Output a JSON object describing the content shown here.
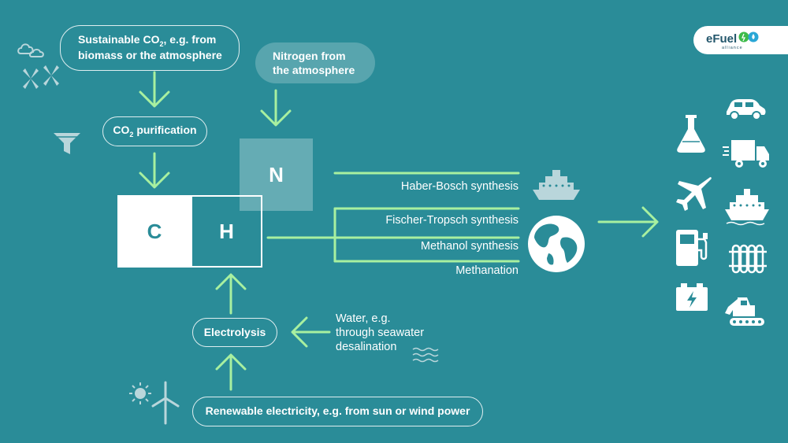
{
  "inputs": {
    "co2_source_line1_pre": "Sustainable CO",
    "co2_source_line1_sub": "2",
    "co2_source_line1_post": ", e.g. from",
    "co2_source_line2": "biomass or the atmosphere",
    "nitrogen_line1": "Nitrogen from",
    "nitrogen_line2": "the atmosphere",
    "co2_purification_pre": "CO",
    "co2_purification_sub": "2",
    "co2_purification_post": " purification",
    "electrolysis": "Electrolysis",
    "water_line1": "Water, e.g.",
    "water_line2": "through seawater",
    "water_line3": "desalination",
    "renewable": "Renewable electricity, e.g. from sun or wind power"
  },
  "elements": {
    "carbon": "C",
    "hydrogen": "H",
    "nitrogen": "N"
  },
  "processes": {
    "haber_bosch": "Haber-Bosch synthesis",
    "fischer_tropsch": "Fischer-Tropsch synthesis",
    "methanol": "Methanol synthesis",
    "methanation": "Methanation"
  },
  "logo": {
    "name": "eFuel",
    "sub": "alliance"
  },
  "colors": {
    "background": "#2a8c98",
    "arrow_green": "#a8f0a0",
    "text_white": "#ffffff",
    "logo_dark": "#23566b"
  },
  "icons": {
    "left": [
      "clouds-icon",
      "fan-icon",
      "filter-funnel-icon",
      "sun-icon",
      "wind-turbine-icon",
      "water-waves-icon"
    ],
    "middle": [
      "ship-icon",
      "globe-icon"
    ],
    "right": [
      "flask-icon",
      "car-icon",
      "truck-icon",
      "airplane-icon",
      "ship-icon",
      "fuel-pump-icon",
      "radiator-icon",
      "battery-icon",
      "excavator-icon"
    ]
  }
}
